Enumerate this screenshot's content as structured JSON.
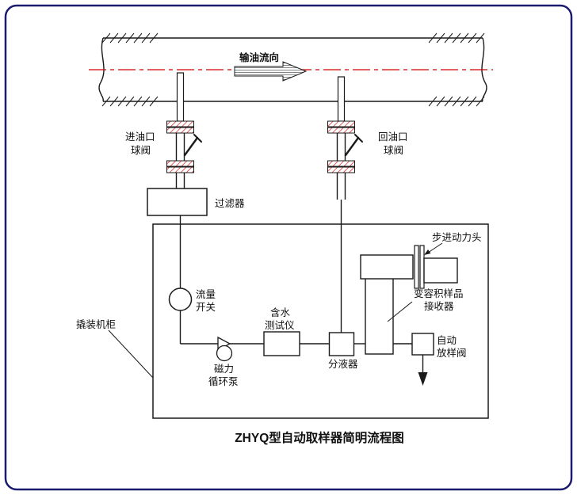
{
  "title": "ZHYQ型自动取样器简明流程图",
  "pipe": {
    "flow_direction": "输油流向"
  },
  "components": {
    "inlet_valve": {
      "line1": "进油口",
      "line2": "球阀"
    },
    "return_valve": {
      "line1": "回油口",
      "line2": "球阀"
    },
    "filter": "过滤器",
    "flow_switch": {
      "line1": "流量",
      "line2": "开关"
    },
    "pump": {
      "line1": "磁力",
      "line2": "循环泵"
    },
    "water_tester": {
      "line1": "含水",
      "line2": "测试仪"
    },
    "separator": "分液器",
    "receiver": {
      "line1": "变容积样品",
      "line2": "接收器"
    },
    "stepper_head": "步进动力头",
    "auto_sample_valve": {
      "line1": "自动",
      "line2": "放样阀"
    },
    "cabinet": "撬装机柜"
  },
  "colors": {
    "line": "#1a1a1a",
    "centerline_red": "#d40000",
    "border_navy": "#1b1b70",
    "background": "#ffffff"
  }
}
